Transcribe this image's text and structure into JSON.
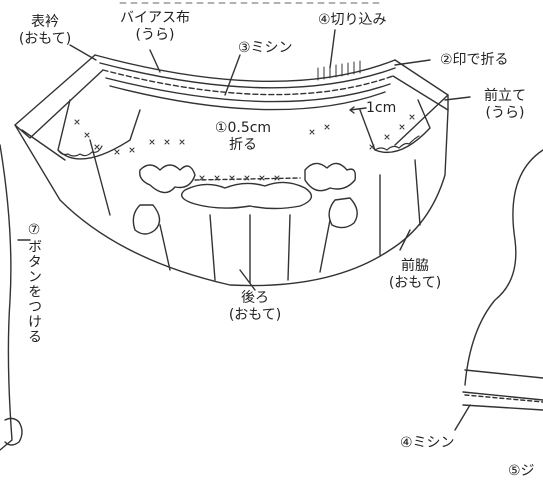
{
  "labels": {
    "collar_outer": [
      "表衿",
      "(おもて)"
    ],
    "bias_tape": [
      "バイアス布",
      "(うら)"
    ],
    "step3_sew": "③ミシン",
    "step4_notch": "④切り込み",
    "step2_fold": "②印で折る",
    "one_cm": "1cm",
    "front_facing": [
      "前立て",
      "(うら)"
    ],
    "step1_fold": [
      "①0.5cm",
      "折る"
    ],
    "step7_buttons": "⑦ボタンをつける",
    "front_side": [
      "前脇",
      "(おもて)"
    ],
    "back": [
      "後ろ",
      "(おもて)"
    ],
    "step4_sew_sleeve": "④ミシン",
    "step5_partial": "⑤ジ"
  },
  "colors": {
    "line": "#333333",
    "background": "#ffffff"
  }
}
